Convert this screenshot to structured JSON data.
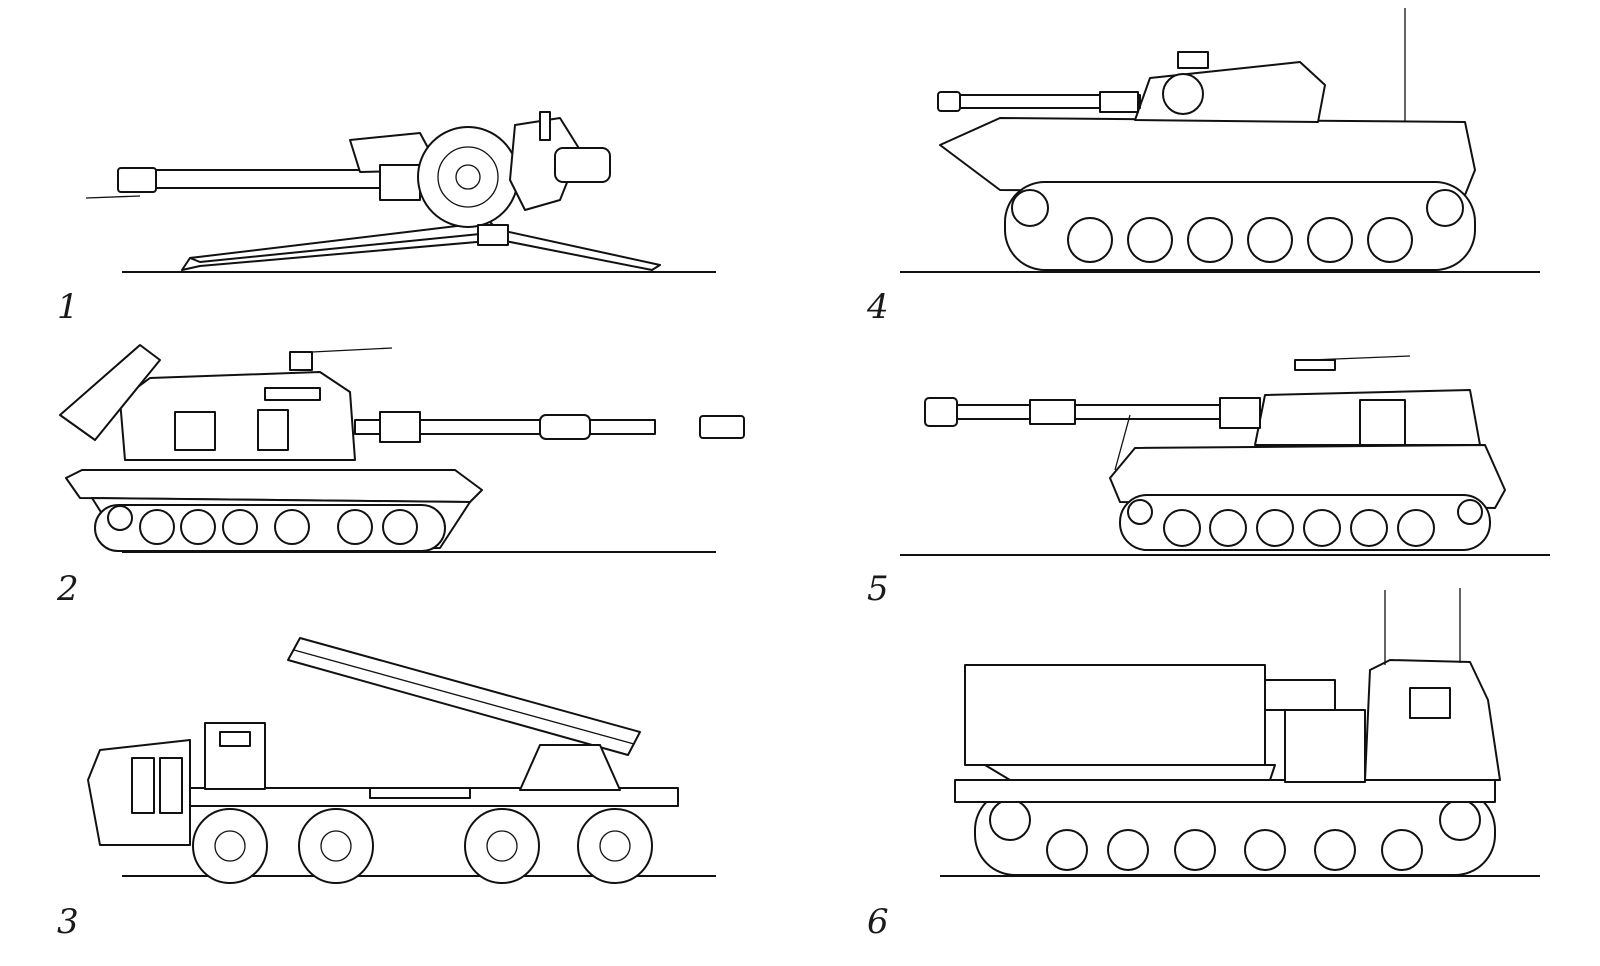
{
  "figures": [
    {
      "number": "1",
      "subject": "towed-howitzer"
    },
    {
      "number": "2",
      "subject": "self-propelled-howitzer-tank-chassis"
    },
    {
      "number": "3",
      "subject": "wheeled-rocket-launcher"
    },
    {
      "number": "4",
      "subject": "airborne-self-propelled-gun"
    },
    {
      "number": "5",
      "subject": "tracked-self-propelled-howitzer"
    },
    {
      "number": "6",
      "subject": "tracked-rocket-launcher"
    }
  ],
  "style": {
    "line_color": "#111111",
    "background": "#ffffff"
  }
}
